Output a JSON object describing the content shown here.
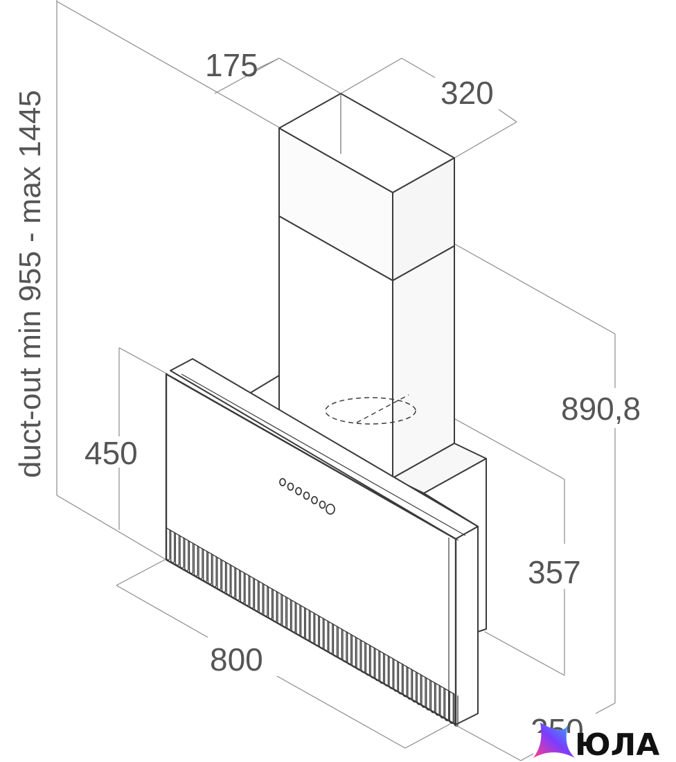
{
  "dimensions": {
    "side": "duct-out min 955 - max 1445",
    "depth": "175",
    "width_chimney": "320",
    "height_total": "890,8",
    "hood_height": "450",
    "panel_height": "357",
    "hood_width": "800",
    "hood_depth": "250"
  },
  "control_buttons": 7,
  "logo": {
    "text": "ЮЛА",
    "colors": [
      "#ff3d8b",
      "#7a3cff",
      "#25c2ff"
    ]
  }
}
